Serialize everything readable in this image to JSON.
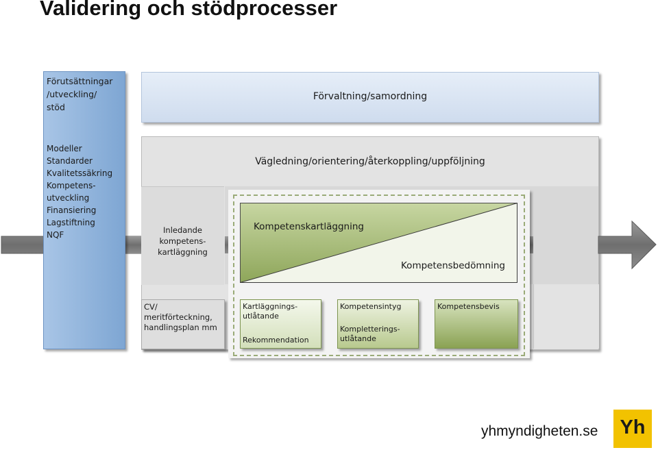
{
  "title": "Validering och stödprocesser",
  "left_column": {
    "heading": "Förutsättningar\n/utveckling/\nstöd",
    "items": [
      "Modeller",
      "Standarder",
      "Kvalitetssäkring",
      "Kompetens-",
      "utveckling",
      "Finansiering",
      "Lagstiftning",
      "NQF"
    ]
  },
  "top_bar": "Förvaltning/samordning",
  "guidance_bar": "Vägledning/orientering/återkoppling/uppföljning",
  "initial_mapping": "Inledande\nkompetens-\nkartläggning",
  "cv_box": "CV/\nmeritförteckning,\nhandlingsplan mm",
  "triangle": {
    "top_label": "Kompetenskartläggning",
    "bottom_label": "Kompetensbedömning"
  },
  "output_boxes": [
    {
      "line1": "Kartläggnings-\nutlåtande",
      "line2": "Rekommendation"
    },
    {
      "line1": "Kompetensintyg",
      "line2": "Kompletterings-\nutlåtande"
    },
    {
      "line1": "Kompetensbevis",
      "line2": ""
    }
  ],
  "footer": {
    "site": "yhmyndigheten.se",
    "logo": "Yh"
  },
  "colors": {
    "blue": "#7ea6d3",
    "green": "#9cb06a",
    "gray": "#e3e3e3",
    "arrow": "#7d7d7d",
    "logo_yellow": "#f2c200"
  }
}
